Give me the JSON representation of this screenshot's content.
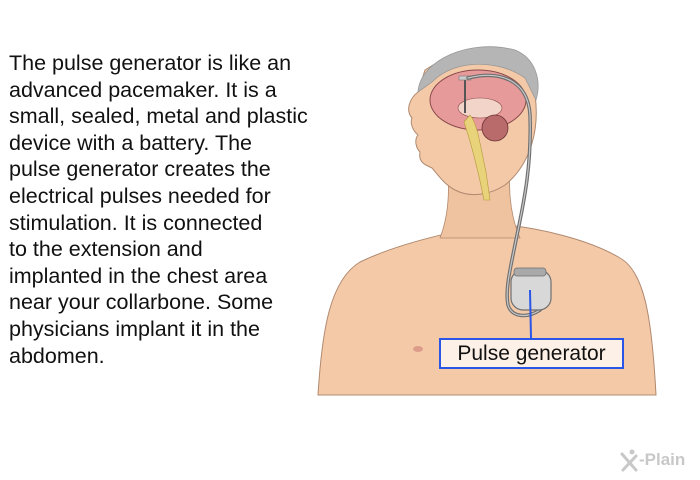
{
  "content": {
    "paragraph": "The pulse generator is like an\nadvanced pacemaker. It is a\nsmall, sealed, metal and plastic\ndevice with a battery. The\npulse generator creates the\nelectrical pulses needed for\nstimulation. It is connected\nto the extension and\nimplanted in the chest area\nnear your collarbone. Some\nphysicians implant it in the\nabdomen."
  },
  "illustration": {
    "subject": "human head and upper torso with deep brain stimulation system",
    "label": "Pulse generator",
    "colors": {
      "skin": "#f3c9a8",
      "skin_shadow": "#e8b592",
      "hair": "#b5b5b5",
      "brain": "#e79a9a",
      "brain_stem": "#e8d27a",
      "lead_wire": "#7a7a7a",
      "device": "#d8d8d8",
      "label_border": "#2a56e8",
      "label_fill": "#fdf0e6"
    }
  },
  "branding": {
    "logo_text": "-Plain"
  }
}
